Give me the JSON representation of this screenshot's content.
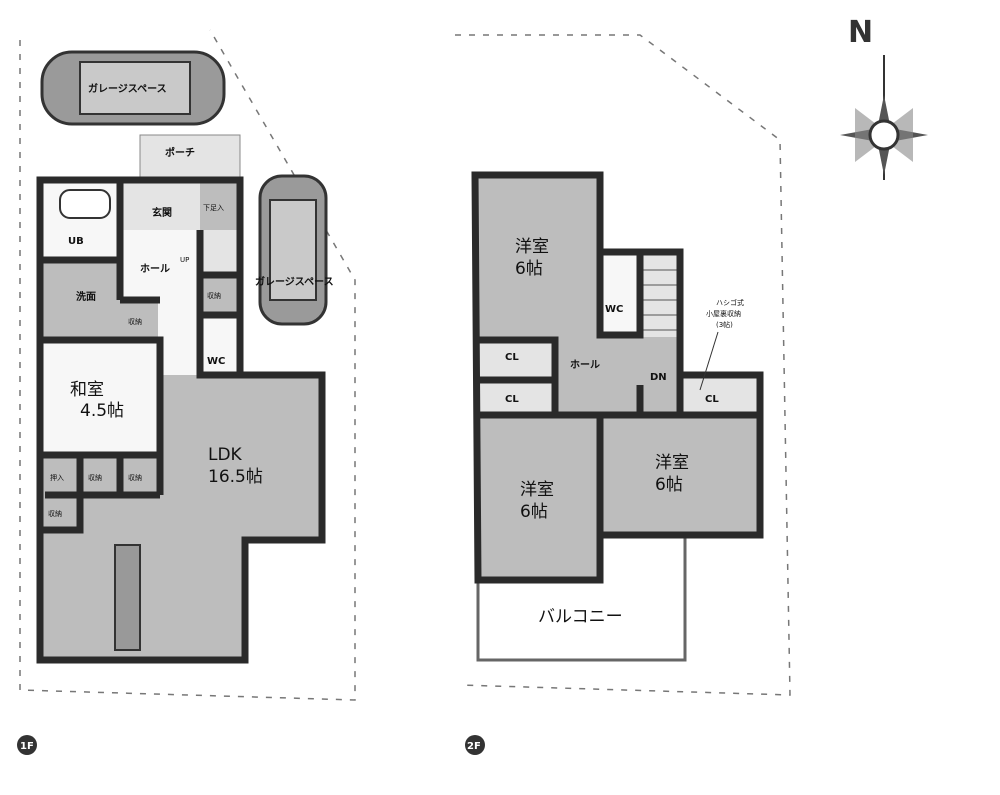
{
  "compass": {
    "label": "N",
    "icon": "compass-rose-icon"
  },
  "floor1": {
    "badge": "1F",
    "garage_top": "ガレージスペース",
    "garage_right": "ガレージスペース",
    "porch": "ポーチ",
    "entrance": "玄関",
    "shoe_storage": "下足入",
    "bath": "UB",
    "hall": "ホール",
    "up": "UP",
    "washroom": "洗面",
    "storage_wash": "収納",
    "storage_hall": "収納",
    "wc": "WC",
    "japanese_room": "和室",
    "japanese_room_size": "4.5帖",
    "ldk": "LDK",
    "ldk_size": "16.5帖",
    "closet_oshiire": "押入",
    "storage_a": "収納",
    "storage_b": "収納",
    "storage_c": "収納"
  },
  "floor2": {
    "badge": "2F",
    "room_top": "洋室",
    "room_top_size": "6帖",
    "wc": "WC",
    "cl_1": "CL",
    "cl_2": "CL",
    "cl_3": "CL",
    "hall": "ホール",
    "down": "DN",
    "attic_note_1": "ハシゴ式",
    "attic_note_2": "小屋裏収納",
    "attic_note_3": "(3帖)",
    "room_left": "洋室",
    "room_left_size": "6帖",
    "room_right": "洋室",
    "room_right_size": "6帖",
    "balcony": "バルコニー"
  }
}
